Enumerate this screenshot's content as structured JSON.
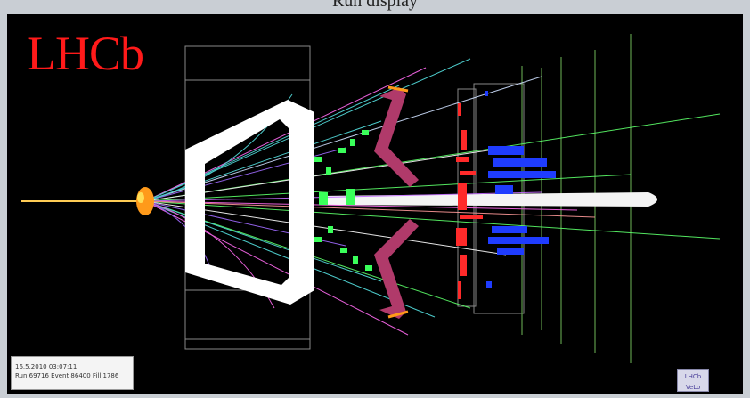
{
  "header": {
    "partial_title": "Run   display"
  },
  "logo": {
    "text": "LHCb",
    "color": "#ff1a1a"
  },
  "event_info": {
    "line1": "16.5.2010  03:07:11",
    "line2": "Run 69716 Event 86400   Fill 1786"
  },
  "badge": {
    "line1": "LHCb",
    "line2": "VeLo"
  },
  "colors": {
    "background": "#000000",
    "magnet": "#ffffff",
    "muon_chambers": "#b03a6a",
    "calorimeter_hits": "#ff2a2a",
    "hcal_hits": "#1f3cff",
    "tracks_green": "#5cff6a",
    "tracks_cyan": "#55e0e0",
    "tracks_magenta": "#ff6af0",
    "vertex": "#ff9a1a"
  }
}
